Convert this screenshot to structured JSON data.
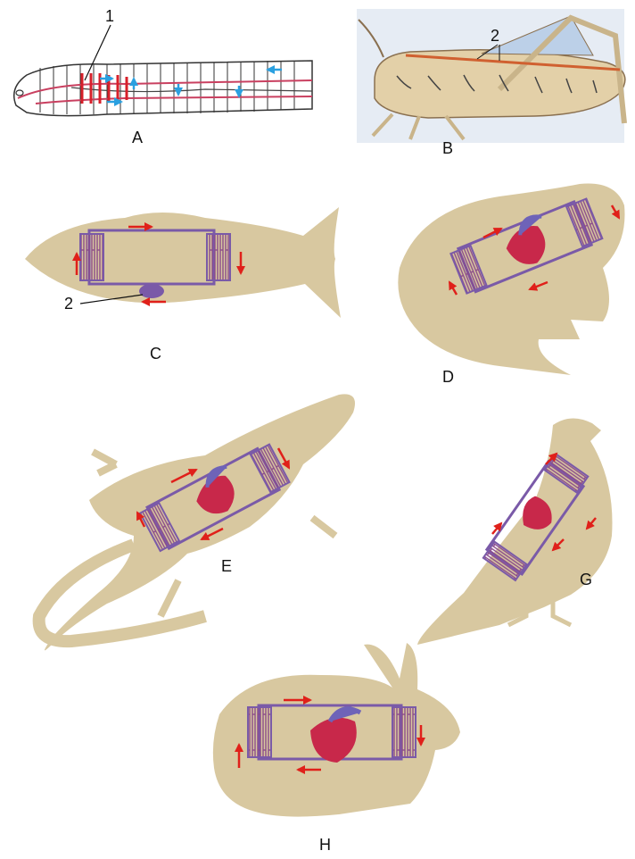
{
  "colors": {
    "animal_body": "#d8c8a0",
    "vessel_red": "#c94060",
    "vessel_purple": "#7a5aa8",
    "heart_red": "#c8284a",
    "heart_purple": "#6e63b8",
    "flow_arrow_red": "#e0201a",
    "flow_arrow_blue": "#2aa0e0",
    "grasshopper_bg": "#e6ecf4",
    "dorsal_vessel": "#d06030"
  },
  "panels": {
    "earthworm": {
      "letter": "A",
      "callout": "1"
    },
    "grasshopper": {
      "letter": "B",
      "callout": "2"
    },
    "fish": {
      "letter": "C",
      "callout": "2"
    },
    "frog": {
      "letter": "D"
    },
    "lizard": {
      "letter": "E"
    },
    "bird": {
      "letter": "G"
    },
    "rabbit": {
      "letter": "H"
    }
  }
}
